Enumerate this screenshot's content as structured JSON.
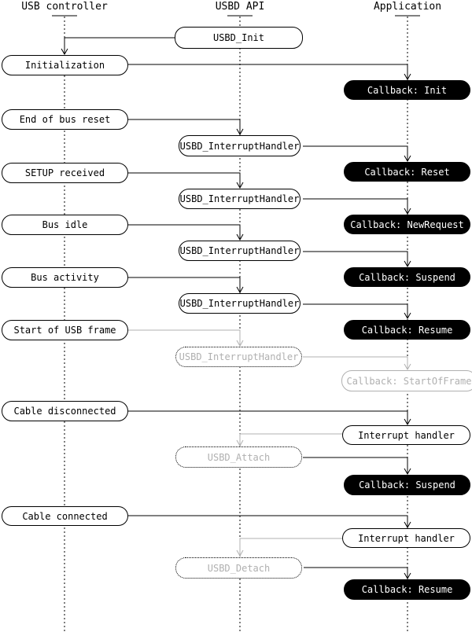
{
  "diagram": {
    "lanes": [
      {
        "label": "USB controller"
      },
      {
        "label": "USBD API"
      },
      {
        "label": "Application"
      }
    ],
    "boxes": {
      "usbd_init": "USBD_Init",
      "initialization": "Initialization",
      "cb_init": "Callback: Init",
      "end_of_bus_reset": "End of bus reset",
      "ih_reset": "USBD_InterruptHandler",
      "cb_reset": "Callback: Reset",
      "setup_received": "SETUP received",
      "ih_setup": "USBD_InterruptHandler",
      "cb_new_request": "Callback: NewRequest",
      "bus_idle": "Bus idle",
      "ih_idle": "USBD_InterruptHandler",
      "cb_suspend_1": "Callback: Suspend",
      "bus_activity": "Bus activity",
      "ih_activity": "USBD_InterruptHandler",
      "cb_resume_1": "Callback: Resume",
      "start_of_usb_frame": "Start of USB frame",
      "ih_sof": "USBD_InterruptHandler",
      "cb_start_of_frame": "Callback: StartOfFrame",
      "cable_disconnected": "Cable disconnected",
      "interrupt_handler_1": "Interrupt handler",
      "usbd_attach": "USBD_Attach",
      "cb_suspend_2": "Callback: Suspend",
      "cable_connected": "Cable connected",
      "interrupt_handler_2": "Interrupt handler",
      "usbd_detach": "USBD_Detach",
      "cb_resume_2": "Callback: Resume"
    },
    "colors": {
      "line": "#000000",
      "muted": "#b0b0b0",
      "callback_bg": "#000000",
      "callback_text": "#ffffff",
      "background": "#ffffff"
    }
  }
}
